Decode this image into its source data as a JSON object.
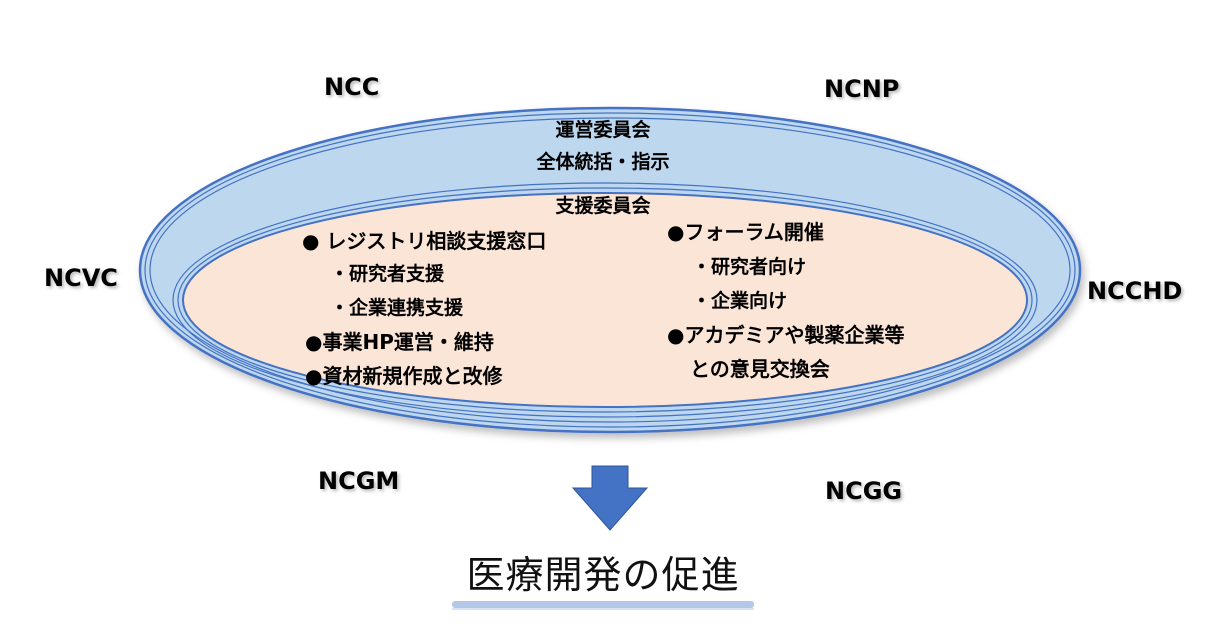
{
  "organizations": {
    "top_left": "NCC",
    "top_right": "NCNP",
    "left": "NCVC",
    "right": "NCCHD",
    "bottom_left": "NCGM",
    "bottom_right": "NCGG"
  },
  "outer_committee": {
    "title": "運営委員会",
    "role": "全体統括・指示"
  },
  "inner_committee": {
    "title": "支援委員会",
    "left_items": [
      "●  レジストリ相談支援窓口",
      "・研究者支援",
      "・企業連携支援",
      "●事業HP運営・維持",
      "●資材新規作成と改修"
    ],
    "right_items": [
      "●フォーラム開催",
      "・研究者向け",
      "・企業向け",
      "●アカデミアや製薬企業等",
      "との意見交換会"
    ]
  },
  "result": "医療開発の促進",
  "colors": {
    "outer_fill": "#bdd7ee",
    "outer_stroke": "#4472c4",
    "inner_fill": "#fbe5d6",
    "arrow": "#4472c4",
    "underline": "#b4c7e7"
  }
}
